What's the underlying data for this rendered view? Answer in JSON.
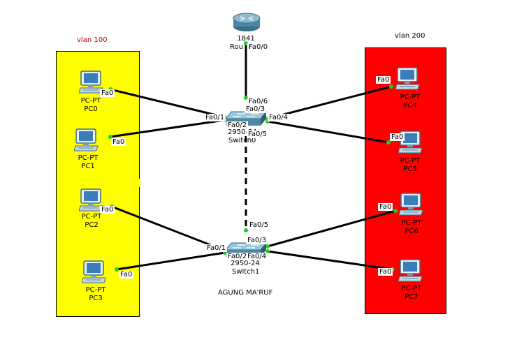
{
  "zones": {
    "left_title": "vlan 100",
    "right_title": "vlan 200",
    "left_color": "#ffff00",
    "right_color": "#ff0000"
  },
  "router": {
    "model": "1841",
    "name": "Rou",
    "port": "Fa0/0"
  },
  "switch0": {
    "model": "2950-24",
    "name": "Switch0"
  },
  "switch1": {
    "model": "2950-24",
    "name": "Switch1"
  },
  "pcs": [
    {
      "id": "pc0",
      "model": "PC-PT",
      "name": "PC0",
      "port": "Fa0"
    },
    {
      "id": "pc1",
      "model": "PC-PT",
      "name": "PC1",
      "port": "Fa0"
    },
    {
      "id": "pc2",
      "model": "PC-PT",
      "name": "PC2",
      "port": "Fa0"
    },
    {
      "id": "pc3",
      "model": "PC-PT",
      "name": "PC3",
      "port": "Fa0"
    },
    {
      "id": "pc4",
      "model": "PC-PT",
      "name": "PC4",
      "port": "Fa0"
    },
    {
      "id": "pc5",
      "model": "PC-PT",
      "name": "PC5",
      "port": "Fa0"
    },
    {
      "id": "pc6",
      "model": "PC-PT",
      "name": "PC6",
      "port": "Fa0"
    },
    {
      "id": "pc7",
      "model": "PC-PT",
      "name": "PC7",
      "port": "Fa0"
    }
  ],
  "switch0_ports": {
    "p1": "Fa0/1",
    "p2": "Fa0/2",
    "p3": "Fa0/3",
    "p4": "Fa0/4",
    "p5": "Fa0/5",
    "p6": "Fa0/6"
  },
  "switch1_ports": {
    "p1": "Fa0/1",
    "p2": "Fa0/2",
    "p3": "Fa0/3",
    "p4": "Fa0/4",
    "p5": "Fa0/5"
  },
  "author": "AGUNG MA'RUF",
  "colors": {
    "link": "#000000",
    "port_dot": "#22cc22",
    "device": "#3a6f8f"
  }
}
